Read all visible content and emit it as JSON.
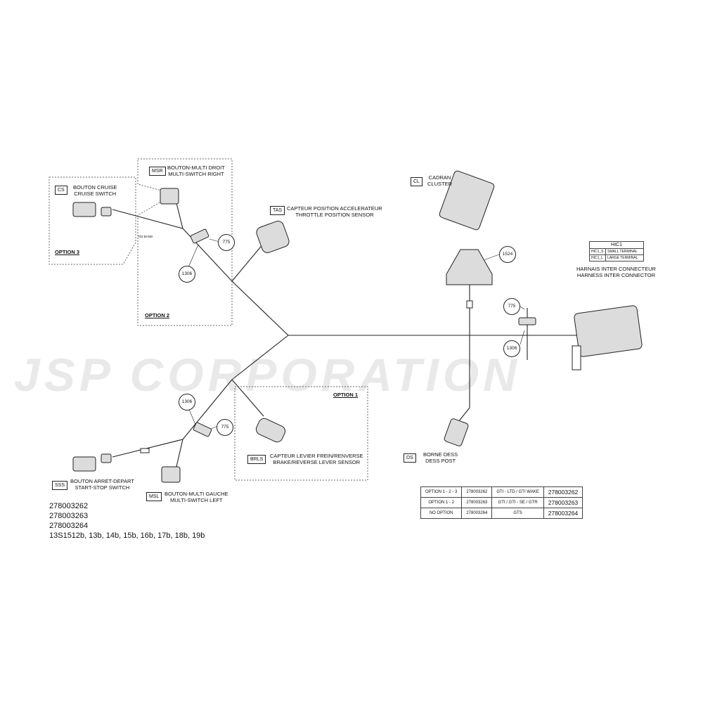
{
  "watermark": "JSP CORPORATION",
  "options": {
    "opt1": "OPTION 1",
    "opt2": "OPTION 2",
    "opt3": "OPTION 3"
  },
  "connectors": {
    "cs": {
      "code": "CS",
      "fr": "BOUTON CRUISE",
      "en": "CRUISE SWITCH"
    },
    "msr": {
      "code": "MSR",
      "fr": "BOUTON-MULTI DROIT",
      "en": "MULTI-SWITCH RIGHT"
    },
    "tas": {
      "code": "TAS",
      "fr": "CAPTEUR POSITION ACCELERATEUR",
      "en": "THROTTLE POSITION SENSOR"
    },
    "cl": {
      "code": "CL",
      "fr": "CADRAN",
      "en": "CLUSTER"
    },
    "hic": {
      "fr": "HARNAIS INTER CONNECTEUR",
      "en": "HARNESS INTER CONNECTOR"
    },
    "ds": {
      "code": "DS",
      "fr": "BORNE DESS",
      "en": "DESS POST"
    },
    "brls": {
      "code": "BRLS",
      "fr": "CAPTEUR LEVIER FREIN/RENVERSE",
      "en": "BRAKE/REVERSE LEVER SENSOR"
    },
    "sss": {
      "code": "SSS",
      "fr": "BOUTON ARRET-DEPART",
      "en": "START-STOP SWITCH"
    },
    "msl": {
      "code": "MSL",
      "fr": "BOUTON-MULTI GAUCHE",
      "en": "MULTI-SWITCH LEFT"
    }
  },
  "callouts": {
    "c775_top": "775",
    "c1306_top": "1306",
    "c1524": "1524",
    "c775_right": "775",
    "c1306_right": "1306",
    "c1306_bottom": "1306",
    "c775_bottom": "775"
  },
  "small_note": "703 BAND",
  "hic_table": {
    "title": "HIC1",
    "rows": [
      {
        "code": "HIC1_S",
        "desc": "SMALL TERMINAL"
      },
      {
        "code": "HIC1_L",
        "desc": "LARGE TERMINAL"
      }
    ]
  },
  "part_numbers": [
    "278003262",
    "278003263",
    "278003264",
    "13S1512b, 13b, 14b, 15b, 16b, 17b, 18b, 19b"
  ],
  "option_table": [
    {
      "option": "OPTION 1 - 2 - 3",
      "part": "278003262",
      "models": "GTI - LTD  /  GTI WAKE",
      "part_big": "278003262"
    },
    {
      "option": "OPTION 1 - 2",
      "part": "278003263",
      "models": "GTI  /  GTI - SE  /  GTR",
      "part_big": "278003263"
    },
    {
      "option": "NO OPTION",
      "part": "278003264",
      "models": "GTS",
      "part_big": "278003264"
    }
  ],
  "colors": {
    "line": "#222222",
    "dashed": "#666666",
    "watermark": "#e9e9e9"
  }
}
